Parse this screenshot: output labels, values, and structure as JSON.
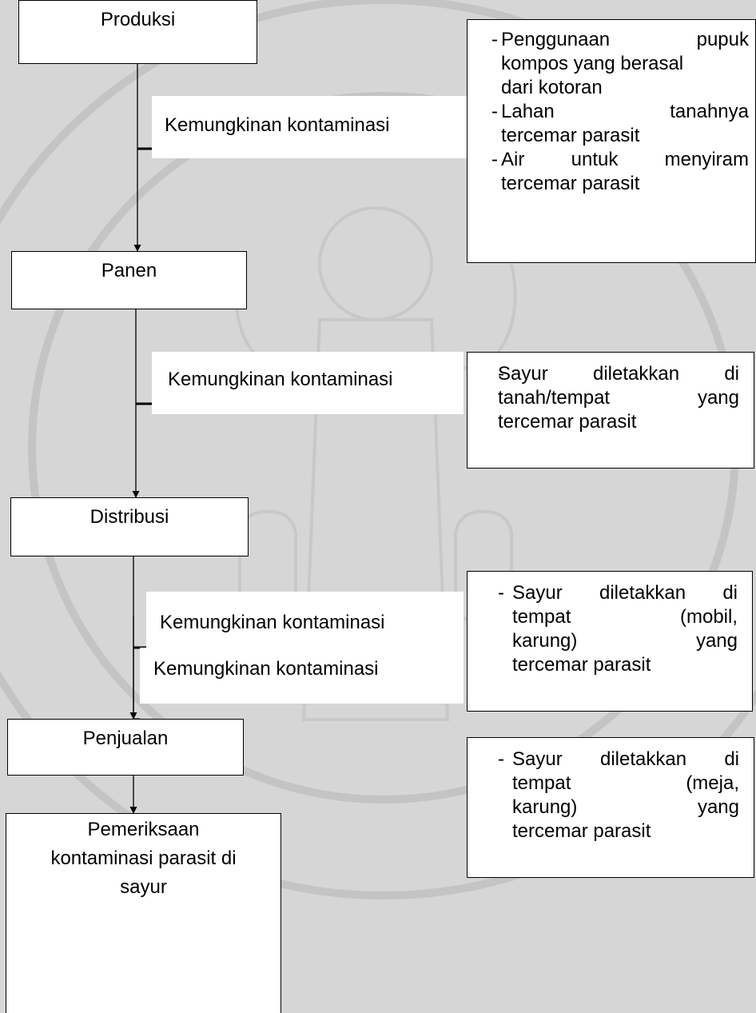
{
  "stages": [
    {
      "label": "Produksi"
    },
    {
      "label": "Panen"
    },
    {
      "label": "Distribusi"
    },
    {
      "label": "Penjualan"
    }
  ],
  "final": {
    "lines": [
      "Pemeriksaan",
      "kontaminasi parasit di",
      "sayur"
    ]
  },
  "contamination_label": "Kemungkinan kontaminasi",
  "bullet": "-",
  "notes": [
    {
      "items": [
        {
          "lines": [
            [
              "Penggunaan",
              "pupuk"
            ],
            [
              "kompos yang berasal"
            ],
            [
              "dari kotoran"
            ]
          ]
        },
        {
          "lines": [
            [
              "Lahan",
              "tanahnya"
            ],
            [
              "tercemar parasit"
            ]
          ]
        },
        {
          "lines": [
            [
              "Air",
              "untuk",
              "menyiram"
            ],
            [
              "tercemar parasit"
            ]
          ]
        }
      ]
    },
    {
      "items": [
        {
          "lines": [
            [
              "Sayur",
              "diletakkan",
              "di"
            ],
            [
              "tanah/tempat",
              "yang"
            ],
            [
              "tercemar parasit"
            ]
          ]
        }
      ]
    },
    {
      "items": [
        {
          "lines": [
            [
              "Sayur",
              "diletakkan",
              "di"
            ],
            [
              "tempat",
              "(mobil,"
            ],
            [
              "karung)",
              "yang"
            ],
            [
              "tercemar parasit"
            ]
          ]
        }
      ]
    },
    {
      "items": [
        {
          "lines": [
            [
              "Sayur",
              "diletakkan",
              "di"
            ],
            [
              "tempat",
              "(meja,"
            ],
            [
              "karung)",
              "yang"
            ],
            [
              "tercemar parasit"
            ]
          ]
        }
      ]
    }
  ]
}
